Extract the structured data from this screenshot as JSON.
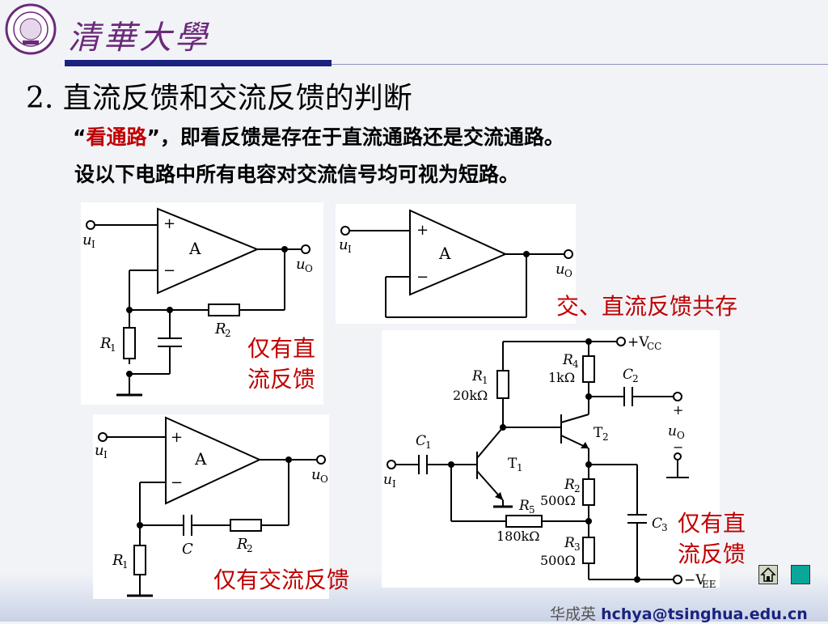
{
  "header": {
    "university_name": "清華大學",
    "logo_alt": "Tsinghua University seal"
  },
  "slide": {
    "title": "2.  直流反馈和交流反馈的判断",
    "line1_open_quote": "“",
    "line1_emph": "看通路",
    "line1_rest": "”，即看反馈是存在于直流通路还是交流通路。",
    "line2": "设以下电路中所有电容对交流信号均可视为短路。"
  },
  "circuits": {
    "c1": {
      "opamp": "A",
      "input": "u",
      "input_sub": "I",
      "output": "u",
      "output_sub": "O",
      "r1": "R",
      "r1_sub": "1",
      "r2": "R",
      "r2_sub": "2"
    },
    "c2": {
      "opamp": "A",
      "input": "u",
      "input_sub": "I",
      "output": "u",
      "output_sub": "O"
    },
    "c3": {
      "opamp": "A",
      "input": "u",
      "input_sub": "I",
      "output": "u",
      "output_sub": "O",
      "r1": "R",
      "r1_sub": "1",
      "r2": "R",
      "r2_sub": "2",
      "cap": "C"
    },
    "c4": {
      "vcc": "+V",
      "vcc_sub": "CC",
      "vee": "−V",
      "vee_sub": "EE",
      "r1": "R",
      "r1_sub": "1",
      "r1_val": "20kΩ",
      "r2": "R",
      "r2_sub": "2",
      "r2_val": "500Ω",
      "r3": "R",
      "r3_sub": "3",
      "r3_val": "500Ω",
      "r4": "R",
      "r4_sub": "4",
      "r4_val": "1kΩ",
      "r5": "R",
      "r5_sub": "5",
      "r5_val": "180kΩ",
      "c1": "C",
      "c1_sub": "1",
      "c2": "C",
      "c2_sub": "2",
      "c3": "C",
      "c3_sub": "3",
      "t1": "T",
      "t1_sub": "1",
      "t2": "T",
      "t2_sub": "2",
      "input": "u",
      "input_sub": "I",
      "output": "u",
      "output_sub": "O",
      "plus": "+",
      "minus": "−"
    }
  },
  "labels": {
    "dc_only_1a": "仅有直",
    "dc_only_1b": "流反馈",
    "ac_dc": "交、直流反馈共存",
    "ac_only": "仅有交流反馈",
    "dc_only_2a": "仅有直",
    "dc_only_2b": "流反馈"
  },
  "footer": {
    "name": "华成英",
    "email": "hchya@tsinghua.edu.cn"
  }
}
